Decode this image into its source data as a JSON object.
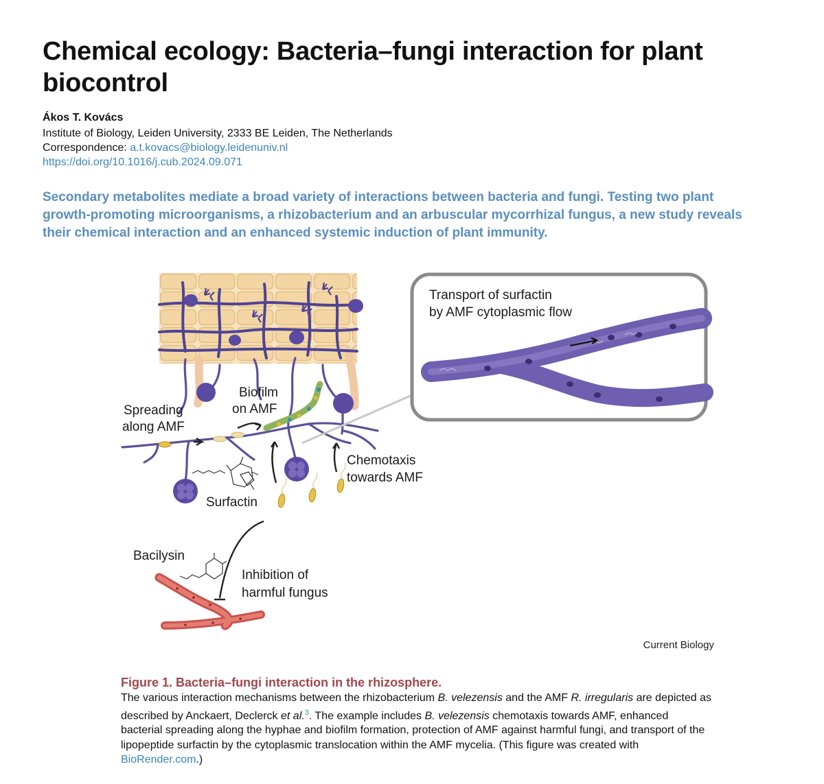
{
  "article": {
    "title": "Chemical ecology: Bacteria–fungi interaction for plant biocontrol",
    "author": "Ákos T. Kovács",
    "affiliation": "Institute of Biology, Leiden University, 2333 BE Leiden, The Netherlands",
    "correspondence_label": "Correspondence: ",
    "correspondence_email": "a.t.kovacs@biology.leidenuniv.nl",
    "doi": "https://doi.org/10.1016/j.cub.2024.09.071",
    "abstract": "Secondary metabolites mediate a broad variety of interactions between bacteria and fungi. Testing two plant growth-promoting microorganisms, a rhizobacterium and an arbuscular mycorrhizal fungus, a new study reveals their chemical interaction and an enhanced systemic induction of plant immunity."
  },
  "figure": {
    "labels": {
      "transport_l1": "Transport of surfactin",
      "transport_l2": "by AMF cytoplasmic flow",
      "spreading_l1": "Spreading",
      "spreading_l2": "along AMF",
      "biofilm_l1": "Biofilm",
      "biofilm_l2": "on AMF",
      "chemotaxis_l1": "Chemotaxis",
      "chemotaxis_l2": "towards AMF",
      "surfactin": "Surfactin",
      "bacilysin": "Bacilysin",
      "inhibition_l1": "Inhibition of",
      "inhibition_l2": "harmful fungus"
    },
    "credit": "Current Biology",
    "title": "Figure 1.  Bacteria–fungi interaction in the rhizosphere.",
    "caption": {
      "p1": "The various interaction mechanisms between the rhizobacterium ",
      "i1": "B. velezensis",
      "p2": " and the AMF ",
      "i2": "R. irregularis",
      "p3": " are depicted as described by Anckaert, Declerck ",
      "i3": "et al.",
      "ref": "3",
      "p4": ". The example includes ",
      "i4": "B. velezensis",
      "p5": " chemotaxis towards AMF, enhanced bacterial spreading along the hyphae and biofilm formation, protection of AMF against harmful fungi, and transport of the lipopeptide surfactin by the cytoplasmic translocation within the AMF mycelia. (This figure was created with ",
      "link": "BioRender.com",
      "p6": ".)"
    }
  },
  "colors": {
    "abstract": "#5a8fbe",
    "figure_title": "#a0484e",
    "link": "#3a86b8",
    "amf_hyphae": "#6b5aa6",
    "root_cell": "#f3dcb2",
    "harmful_fungus": "#d9625a",
    "bacteria": "#e8c24a"
  }
}
